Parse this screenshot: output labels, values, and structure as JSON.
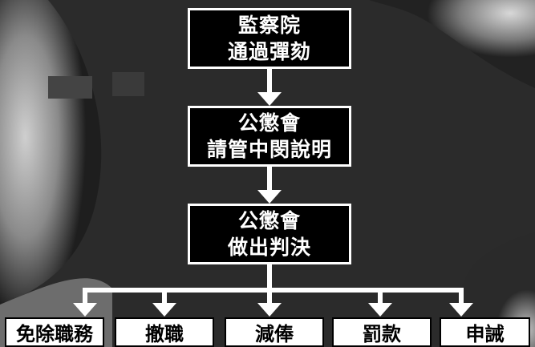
{
  "flow": {
    "steps": [
      {
        "line1": "監察院",
        "line2": "通過彈劾"
      },
      {
        "line1": "公懲會",
        "line2": "請管中閔說明"
      },
      {
        "line1": "公懲會",
        "line2": "做出判決"
      }
    ],
    "outcomes": [
      "免除職務",
      "撤職",
      "減俸",
      "罰款",
      "申誡"
    ]
  },
  "colors": {
    "box_fill": "#000000",
    "box_text": "#ffffff",
    "outcome_fill": "#ffffff",
    "outcome_text": "#000000",
    "arrow": "#ffffff"
  }
}
